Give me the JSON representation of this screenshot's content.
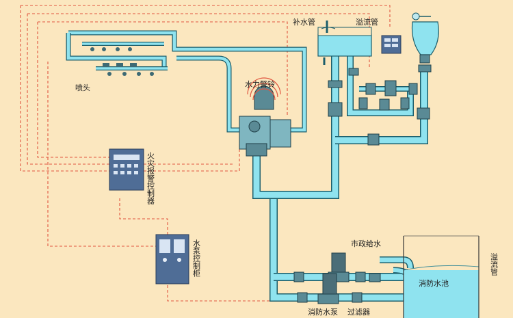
{
  "labels": {
    "sprinkler_head": "喷头",
    "water_alarm_bell": "水力警铃",
    "makeup_pipe": "补水管",
    "overflow_pipe_top": "溢流管",
    "fire_alarm_controller": "火灾报警控制器",
    "pump_control_cabinet": "水泵控制柜",
    "municipal_supply": "市政给水",
    "overflow_pipe_right": "溢流管",
    "fire_pool": "消防水池",
    "fire_pump": "消防水泵",
    "filter": "过滤器"
  },
  "colors": {
    "background": "#fbe7bf",
    "water": "#8fe3ef",
    "pipe_outline": "#1b5d6a",
    "signal_line": "#e0553f",
    "panel": "#4f6d96"
  },
  "icons": [
    "sprinkler-icon",
    "alarm-bell-icon",
    "valve-icon",
    "pump-icon",
    "control-panel-icon",
    "pressure-tank-icon"
  ]
}
